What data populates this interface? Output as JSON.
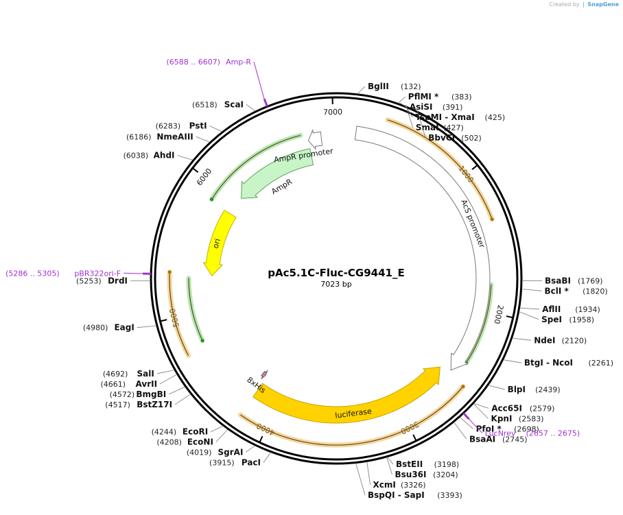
{
  "credit": {
    "prefix": "Created by",
    "brand": "SnapGene"
  },
  "plasmid": {
    "name": "pAc5.1C-Fluc-CG9441_E",
    "size_text": "7023 bp",
    "length": 7023
  },
  "colors": {
    "primer": "#a030d0",
    "yellow_feature": "#ffd200",
    "green_feature": "#c8f5c8",
    "orange_glow": "#f0b24a",
    "green_glow": "#7ad47a",
    "promoter": "#ffffff",
    "his_tag": "#b98a99"
  },
  "ticks": [
    {
      "pos": 1000,
      "label": "1000"
    },
    {
      "pos": 2000,
      "label": "2000"
    },
    {
      "pos": 3000,
      "label": "3000"
    },
    {
      "pos": 4000,
      "label": "4000"
    },
    {
      "pos": 5000,
      "label": "5000"
    },
    {
      "pos": 6000,
      "label": "6000"
    },
    {
      "pos": 7000,
      "label": "7000"
    }
  ],
  "features": [
    {
      "name": "AcS promoter",
      "label": "AcS promoter",
      "start": 150,
      "end": 2510,
      "kind": "promoter",
      "strand": 1
    },
    {
      "name": "luciferase",
      "label": "luciferase",
      "start": 2545,
      "end": 4195,
      "kind": "cds",
      "strand": -1
    },
    {
      "name": "8xHis",
      "label": "8xHis",
      "start": 4215,
      "end": 4245,
      "kind": "tag",
      "strand": -1
    },
    {
      "name": "ori",
      "label": "ori",
      "start": 5290,
      "end": 5880,
      "kind": "ori",
      "strand": -1
    },
    {
      "name": "AmpR",
      "label": "AmpR",
      "start": 6050,
      "end": 6800,
      "kind": "cds_green",
      "strand": -1
    },
    {
      "name": "AmpR promoter",
      "label": "AmpR promoter",
      "start": 6800,
      "end": 6905,
      "kind": "promoter",
      "strand": -1
    }
  ],
  "overlays": [
    {
      "start": 350,
      "end": 1350,
      "kind": "orange",
      "strand": 1
    },
    {
      "start": 1800,
      "end": 2400,
      "kind": "green",
      "strand": 1
    },
    {
      "start": 2545,
      "end": 4195,
      "kind": "orange",
      "strand": -1
    },
    {
      "start": 4730,
      "end": 5310,
      "kind": "orange",
      "strand": 1
    },
    {
      "start": 4780,
      "end": 5270,
      "kind": "green",
      "strand": -1
    },
    {
      "start": 5900,
      "end": 6750,
      "kind": "green",
      "strand": -1
    }
  ],
  "sites": [
    {
      "name": "BglII",
      "pos_text": "(132)",
      "pos": 132
    },
    {
      "name": "PflMI *",
      "pos_text": "(383)",
      "pos": 383
    },
    {
      "name": "AsiSI",
      "pos_text": "(391)",
      "pos": 391
    },
    {
      "name": "TspMI - XmaI",
      "pos_text": "(425)",
      "pos": 425
    },
    {
      "name": "SmaI",
      "pos_text": "(427)",
      "pos": 427
    },
    {
      "name": "BbvCI",
      "pos_text": "(502)",
      "pos": 502
    },
    {
      "name": "BsaBI",
      "pos_text": "(1769)",
      "pos": 1769
    },
    {
      "name": "BclI *",
      "pos_text": "(1820)",
      "pos": 1820
    },
    {
      "name": "AflII",
      "pos_text": "(1934)",
      "pos": 1934
    },
    {
      "name": "SpeI",
      "pos_text": "(1958)",
      "pos": 1958
    },
    {
      "name": "NdeI",
      "pos_text": "(2120)",
      "pos": 2120
    },
    {
      "name": "BtgI - NcoI",
      "pos_text": "(2261)",
      "pos": 2261
    },
    {
      "name": "BlpI",
      "pos_text": "(2439)",
      "pos": 2439
    },
    {
      "name": "Acc65I",
      "pos_text": "(2579)",
      "pos": 2579
    },
    {
      "name": "KpnI",
      "pos_text": "(2583)",
      "pos": 2583
    },
    {
      "name": "PfoI *",
      "pos_text": "(2698)",
      "pos": 2698
    },
    {
      "name": "BsaAI",
      "pos_text": "(2745)",
      "pos": 2745
    },
    {
      "name": "BstEII",
      "pos_text": "(3198)",
      "pos": 3198
    },
    {
      "name": "Bsu36I",
      "pos_text": "(3204)",
      "pos": 3204
    },
    {
      "name": "XcmI",
      "pos_text": "(3326)",
      "pos": 3326
    },
    {
      "name": "BspQI - SapI",
      "pos_text": "(3393)",
      "pos": 3393
    },
    {
      "name": "PacI",
      "pos_text": "(3915)",
      "pos": 3915
    },
    {
      "name": "SgrAI",
      "pos_text": "(4019)",
      "pos": 4019
    },
    {
      "name": "EcoNI",
      "pos_text": "(4208)",
      "pos": 4208
    },
    {
      "name": "EcoRI",
      "pos_text": "(4244)",
      "pos": 4244
    },
    {
      "name": "BstZ17I",
      "pos_text": "(4517)",
      "pos": 4517
    },
    {
      "name": "BmgBI",
      "pos_text": "(4572)",
      "pos": 4572
    },
    {
      "name": "AvrII",
      "pos_text": "(4661)",
      "pos": 4661
    },
    {
      "name": "SalI",
      "pos_text": "(4692)",
      "pos": 4692
    },
    {
      "name": "EagI",
      "pos_text": "(4980)",
      "pos": 4980
    },
    {
      "name": "DrdI",
      "pos_text": "(5253)",
      "pos": 5253
    },
    {
      "name": "AhdI",
      "pos_text": "(6038)",
      "pos": 6038
    },
    {
      "name": "NmeAIII",
      "pos_text": "(6186)",
      "pos": 6186
    },
    {
      "name": "PstI",
      "pos_text": "(6283)",
      "pos": 6283
    },
    {
      "name": "ScaI",
      "pos_text": "(6518)",
      "pos": 6518
    }
  ],
  "primers": [
    {
      "name": "Amp-R",
      "range_text": "(6588 .. 6607)",
      "pos": 6597
    },
    {
      "name": "pBR322ori-F",
      "range_text": "(5286 .. 5305)",
      "pos": 5295
    },
    {
      "name": "LucNrev",
      "range_text": "(2657 .. 2675)",
      "pos": 2666
    }
  ]
}
